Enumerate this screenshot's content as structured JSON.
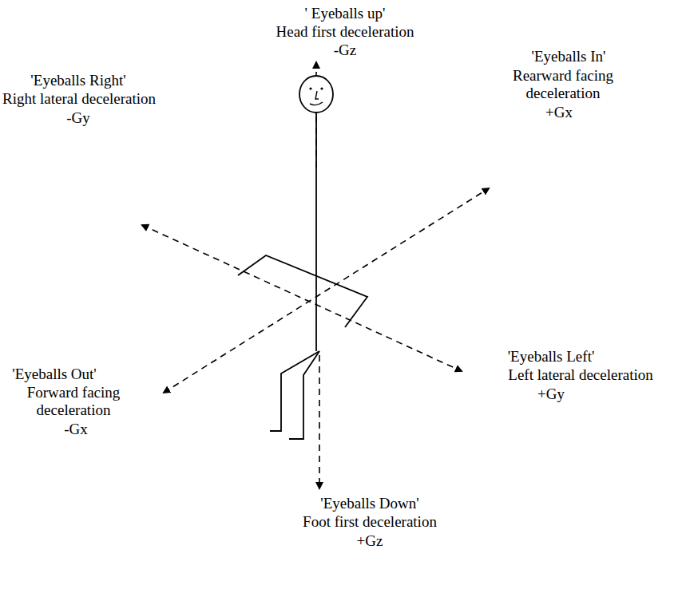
{
  "diagram": {
    "labels": [
      "' Eyeballs up'",
      "Head first deceleration",
      "-Gz",
      "'Eyeballs Right'",
      "Right lateral deceleration",
      "-Gy",
      "'Eyeballs In'",
      "Rearward facing deceleration",
      "+Gx",
      "'Eyeballs Out'",
      "Forward facing deceleration",
      "-Gx",
      "'Eyeballs Left'",
      "Left lateral deceleration",
      "+Gy",
      "'Eyeballs Down'",
      "Foot first deceleration",
      "+Gz"
    ]
  }
}
